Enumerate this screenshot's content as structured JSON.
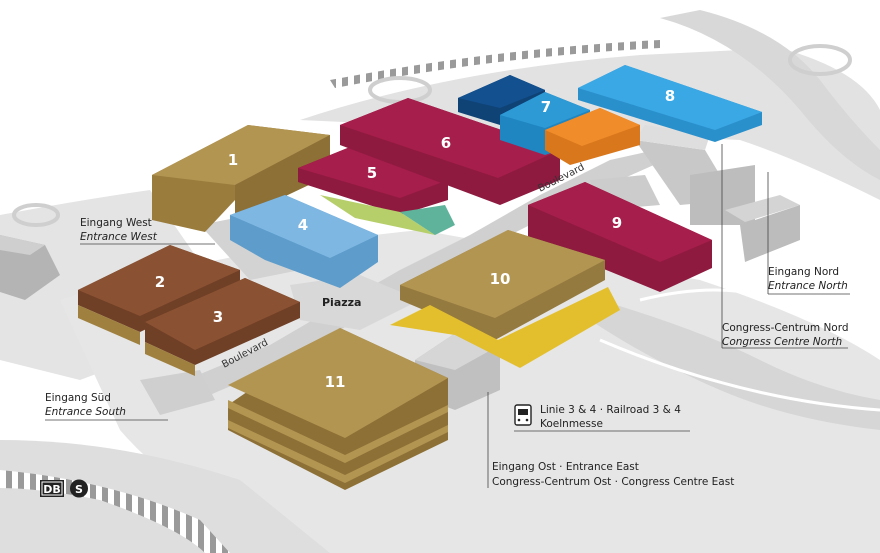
{
  "halls": [
    {
      "id": "1",
      "label": "1"
    },
    {
      "id": "2",
      "label": "2"
    },
    {
      "id": "3",
      "label": "3"
    },
    {
      "id": "4",
      "label": "4"
    },
    {
      "id": "5",
      "label": "5"
    },
    {
      "id": "6",
      "label": "6"
    },
    {
      "id": "7",
      "label": "7"
    },
    {
      "id": "8",
      "label": "8"
    },
    {
      "id": "9",
      "label": "9"
    },
    {
      "id": "10",
      "label": "10"
    },
    {
      "id": "11",
      "label": "11"
    }
  ],
  "places": {
    "piazza": "Piazza",
    "boulevard_north": "Boulevard",
    "boulevard_south": "Boulevard"
  },
  "entrances": {
    "west": {
      "de": "Eingang West",
      "en": "Entrance West"
    },
    "south": {
      "de": "Eingang Süd",
      "en": "Entrance South"
    },
    "north": {
      "de": "Eingang Nord",
      "en": "Entrance North"
    },
    "cc_north": {
      "de": "Congress-Centrum Nord",
      "en": "Congress Centre North"
    },
    "east": {
      "line1": "Eingang Ost · Entrance East",
      "line2": "Congress-Centrum Ost · Congress Centre East"
    }
  },
  "transit": {
    "tram_line": "Linie 3 & 4 · Railroad 3 & 4",
    "tram_stop": "Koelnmesse",
    "db_badge": "DB",
    "s_badge": "S",
    "tram_icon": "tram-icon",
    "train_icon": "db-sbahn-icon"
  },
  "colors": {
    "gold": "#b39552",
    "brown": "#8a5233",
    "lightblue": "#7fb7e3",
    "crimson": "#a61e4b",
    "navy": "#13508f",
    "blue": "#2d9ad6",
    "orange": "#f08c2a",
    "skyblue": "#3ba8e6",
    "yellow": "#e3bf2d",
    "road": "#dcdcdc",
    "building": "#c4c4c4"
  }
}
